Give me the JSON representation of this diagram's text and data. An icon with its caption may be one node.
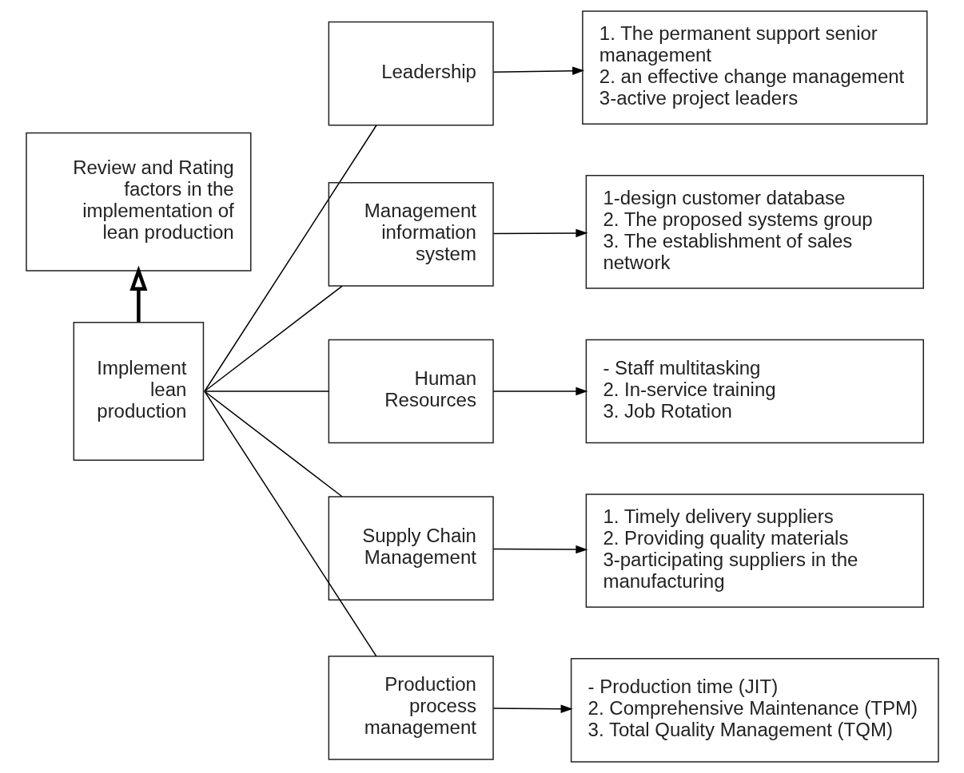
{
  "diagram": {
    "nodes": [
      {
        "text": [
          "Review and Rating factors in the implementation of lean production"
        ]
      },
      {
        "text": [
          "Implement lean production"
        ]
      },
      {
        "text": [
          "Leadership"
        ]
      },
      {
        "text": [
          "Management information system"
        ]
      },
      {
        "text": [
          "Human Resources"
        ]
      },
      {
        "text": [
          "Supply Chain Management"
        ]
      },
      {
        "text": [
          "Production process management"
        ]
      },
      {
        "text": [
          "1. The permanent support senior management",
          "2. an effective change management",
          "3-active project leaders"
        ]
      },
      {
        "text": [
          "1-design customer database",
          "2. The proposed systems group",
          "3. The establishment of sales network"
        ]
      },
      {
        "text": [
          "- Staff multitasking",
          "2. In-service training",
          "3. Job Rotation"
        ]
      },
      {
        "text": [
          "1. Timely delivery suppliers",
          "2. Providing quality materials",
          "3-participating suppliers in the manufacturing"
        ]
      },
      {
        "text": [
          "- Production time (JIT)",
          "2. Comprehensive Maintenance (TPM)",
          "3. Total Quality Management (TQM)"
        ]
      }
    ],
    "edges": [
      {
        "from": 1,
        "to": 0,
        "arrow": "to",
        "style": "thick"
      },
      {
        "from": 1,
        "to": 2,
        "arrow": "none"
      },
      {
        "from": 1,
        "to": 3,
        "arrow": "none"
      },
      {
        "from": 1,
        "to": 4,
        "arrow": "none"
      },
      {
        "from": 1,
        "to": 5,
        "arrow": "none"
      },
      {
        "from": 1,
        "to": 6,
        "arrow": "none"
      },
      {
        "from": 2,
        "to": 7,
        "arrow": "to"
      },
      {
        "from": 3,
        "to": 8,
        "arrow": "to"
      },
      {
        "from": 4,
        "to": 9,
        "arrow": "to"
      },
      {
        "from": 5,
        "to": 10,
        "arrow": "to"
      },
      {
        "from": 6,
        "to": 11,
        "arrow": "to"
      }
    ]
  }
}
